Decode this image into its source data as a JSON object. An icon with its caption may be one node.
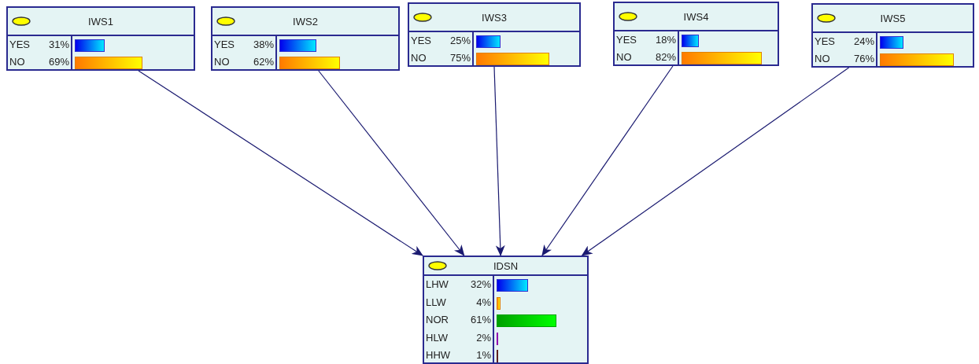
{
  "diagram": {
    "nodes": [
      {
        "text": [
          "IWS1",
          "YES",
          "31%",
          "NO",
          "69%"
        ]
      },
      {
        "text": [
          "IWS2",
          "YES",
          "38%",
          "NO",
          "62%"
        ]
      },
      {
        "text": [
          "IWS3",
          "YES",
          "25%",
          "NO",
          "75%"
        ]
      },
      {
        "text": [
          "IWS4",
          "YES",
          "18%",
          "NO",
          "82%"
        ]
      },
      {
        "text": [
          "IWS5",
          "YES",
          "24%",
          "NO",
          "76%"
        ]
      },
      {
        "text": [
          "IDSN",
          "LHW",
          "32%",
          "LLW",
          "4%",
          "NOR",
          "61%",
          "HLW",
          "2%",
          "HHW",
          "1%"
        ]
      }
    ],
    "edges": [
      {
        "from": 0,
        "to": 5,
        "arrow": "to"
      },
      {
        "from": 1,
        "to": 5,
        "arrow": "to"
      },
      {
        "from": 2,
        "to": 5,
        "arrow": "to"
      },
      {
        "from": 3,
        "to": 5,
        "arrow": "to"
      },
      {
        "from": 4,
        "to": 5,
        "arrow": "to"
      }
    ]
  }
}
